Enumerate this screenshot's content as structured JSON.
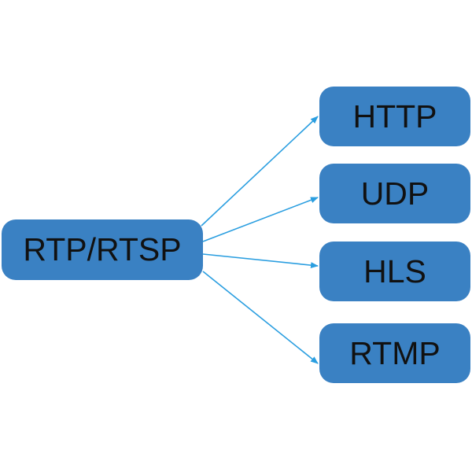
{
  "diagram": {
    "source": {
      "label": "RTP/RTSP"
    },
    "targets": [
      {
        "label": "HTTP"
      },
      {
        "label": "UDP"
      },
      {
        "label": "HLS"
      },
      {
        "label": "RTMP"
      }
    ],
    "colors": {
      "node_fill": "#3a81c3",
      "node_text": "#111111",
      "edge": "#2a9ee0",
      "background": "#ffffff"
    }
  }
}
